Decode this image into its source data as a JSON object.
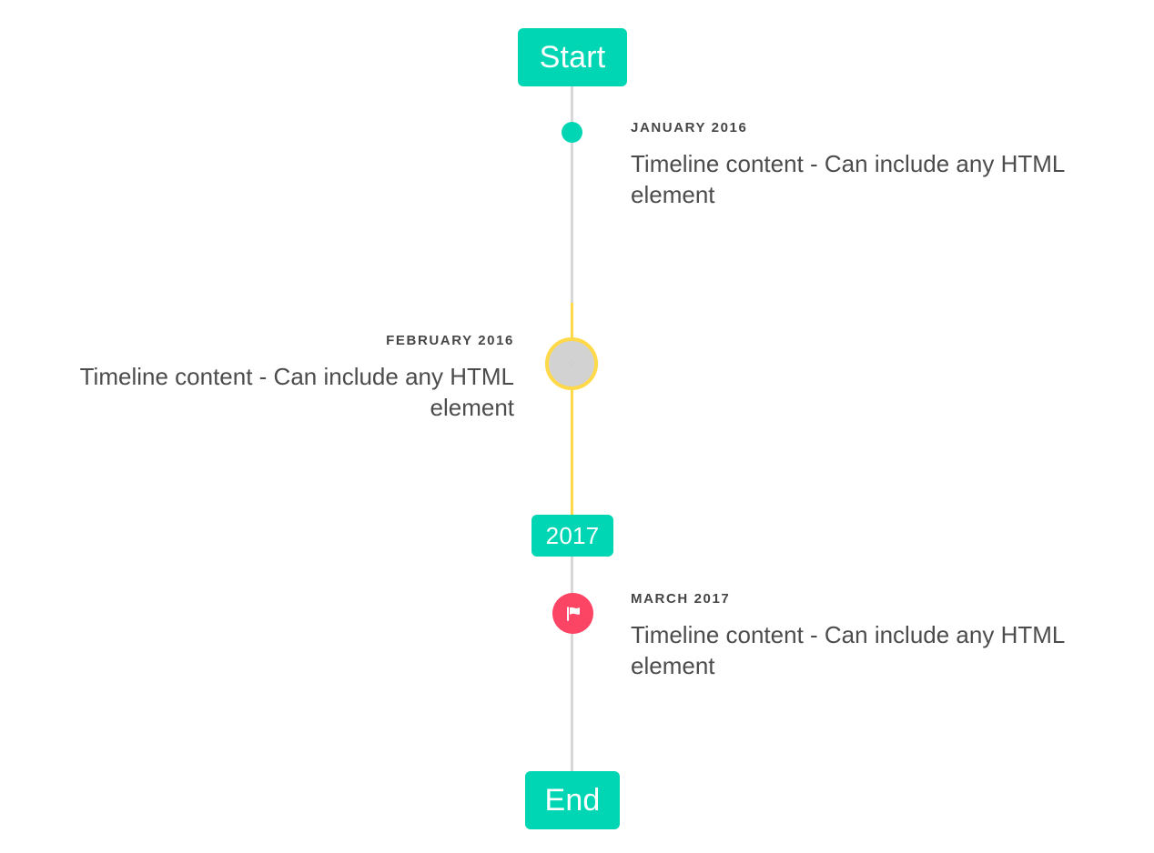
{
  "timeline": {
    "axis_color_default": "#d8d8d8",
    "axis_color_highlight": "#ffd94a",
    "accent_color": "#00d6b4",
    "marker_alert_color": "#fc4465",
    "caps": {
      "start_label": "Start",
      "middle_label": "2017",
      "end_label": "End"
    },
    "entries": [
      {
        "id": "january-2016",
        "date": "January 2016",
        "body": "Timeline content - Can include any HTML element",
        "side": "right",
        "marker_icon": "dot-icon",
        "marker_color": "#00d6b4"
      },
      {
        "id": "february-2016",
        "date": "February 2016",
        "body": "Timeline content - Can include any HTML element",
        "side": "left",
        "marker_icon": "placeholder-glyph-icon",
        "marker_color": "#d2d2d2",
        "marker_ring_color": "#ffd94a",
        "marker_glyph": "⁘"
      },
      {
        "id": "march-2017",
        "date": "March 2017",
        "body": "Timeline content - Can include any HTML element",
        "side": "right",
        "marker_icon": "flag-icon",
        "marker_color": "#fc4465"
      }
    ]
  }
}
